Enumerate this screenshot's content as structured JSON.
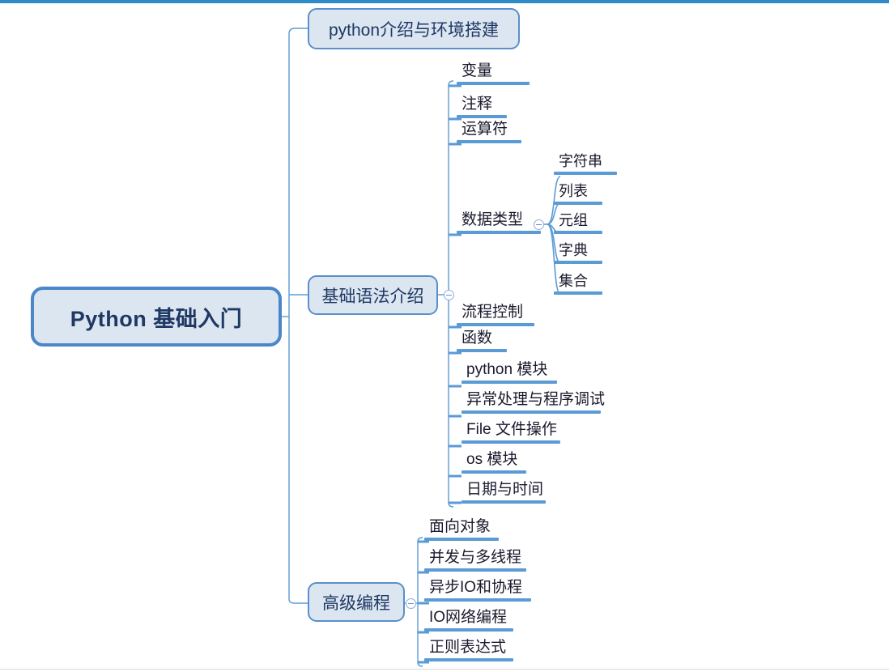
{
  "app": {
    "title": "Python 基础入门",
    "type": "mindmap"
  },
  "theme": {
    "node_fill": "#DCE6F1",
    "node_border": "#5B8FCB",
    "root_border": "#4A86C8",
    "connector": "#5B9BD5",
    "underline": "#5B9BD5",
    "text": "#1F3864",
    "leaf_text": "#1A1A2E",
    "top_rule": "#2E8BC8",
    "bottom_rule": "#D9D9D9",
    "background": "#FFFFFF"
  },
  "mindmap": {
    "root": {
      "label": "Python 基础入门",
      "children": [
        {
          "label": "python介绍与环境搭建",
          "children": []
        },
        {
          "label": "基础语法介绍",
          "toggle": "collapse-toggle",
          "children": [
            {
              "label": "变量"
            },
            {
              "label": "注释"
            },
            {
              "label": "运算符"
            },
            {
              "label": "数据类型",
              "toggle": "collapse-toggle",
              "children": [
                {
                  "label": "字符串"
                },
                {
                  "label": "列表"
                },
                {
                  "label": "元组"
                },
                {
                  "label": "字典"
                },
                {
                  "label": "集合"
                }
              ]
            },
            {
              "label": "流程控制"
            },
            {
              "label": "函数"
            },
            {
              "label": "python 模块"
            },
            {
              "label": "异常处理与程序调试"
            },
            {
              "label": "File 文件操作"
            },
            {
              "label": "os 模块"
            },
            {
              "label": "日期与时间"
            }
          ]
        },
        {
          "label": "高级编程",
          "toggle": "collapse-toggle",
          "children": [
            {
              "label": "面向对象"
            },
            {
              "label": "并发与多线程"
            },
            {
              "label": "异步IO和协程"
            },
            {
              "label": "IO网络编程"
            },
            {
              "label": "正则表达式"
            }
          ]
        }
      ]
    }
  },
  "leaves": {
    "basic": {
      "l0": "变量",
      "l1": "注释",
      "l2": "运算符",
      "l3": "数据类型",
      "l4": "流程控制",
      "l5": "函数",
      "l6": "python 模块",
      "l7": "异常处理与程序调试",
      "l8": "File 文件操作",
      "l9": "os 模块",
      "l10": "日期与时间"
    },
    "datatype": {
      "d0": "字符串",
      "d1": "列表",
      "d2": "元组",
      "d3": "字典",
      "d4": "集合"
    },
    "advanced": {
      "a0": "面向对象",
      "a1": "并发与多线程",
      "a2": "异步IO和协程",
      "a3": "IO网络编程",
      "a4": "正则表达式"
    }
  }
}
